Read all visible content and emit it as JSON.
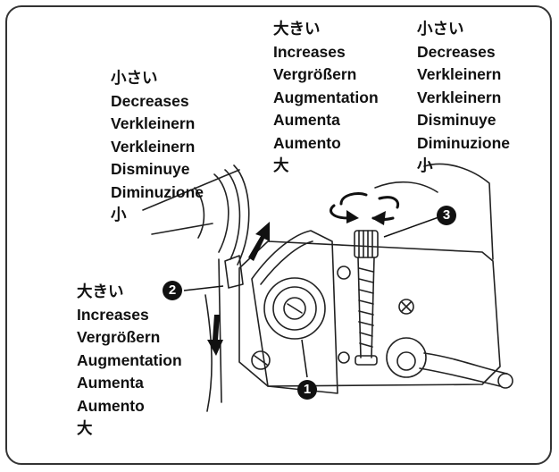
{
  "labels": {
    "top_middle": [
      "大きい",
      "Increases",
      "Vergrößern",
      "Augmentation",
      "Aumenta",
      "Aumento",
      "大"
    ],
    "top_right": [
      "小さい",
      "Decreases",
      "Verkleinern",
      "Verkleinern",
      "Disminuye",
      "Diminuzione",
      "小"
    ],
    "upper_left": [
      "小さい",
      "Decreases",
      "Verkleinern",
      "Verkleinern",
      "Disminuye",
      "Diminuzione",
      "小"
    ],
    "lower_left": [
      "大きい",
      "Increases",
      "Vergrößern",
      "Augmentation",
      "Aumenta",
      "Aumento",
      "大"
    ]
  },
  "callouts": {
    "one": "1",
    "two": "2",
    "three": "3"
  }
}
